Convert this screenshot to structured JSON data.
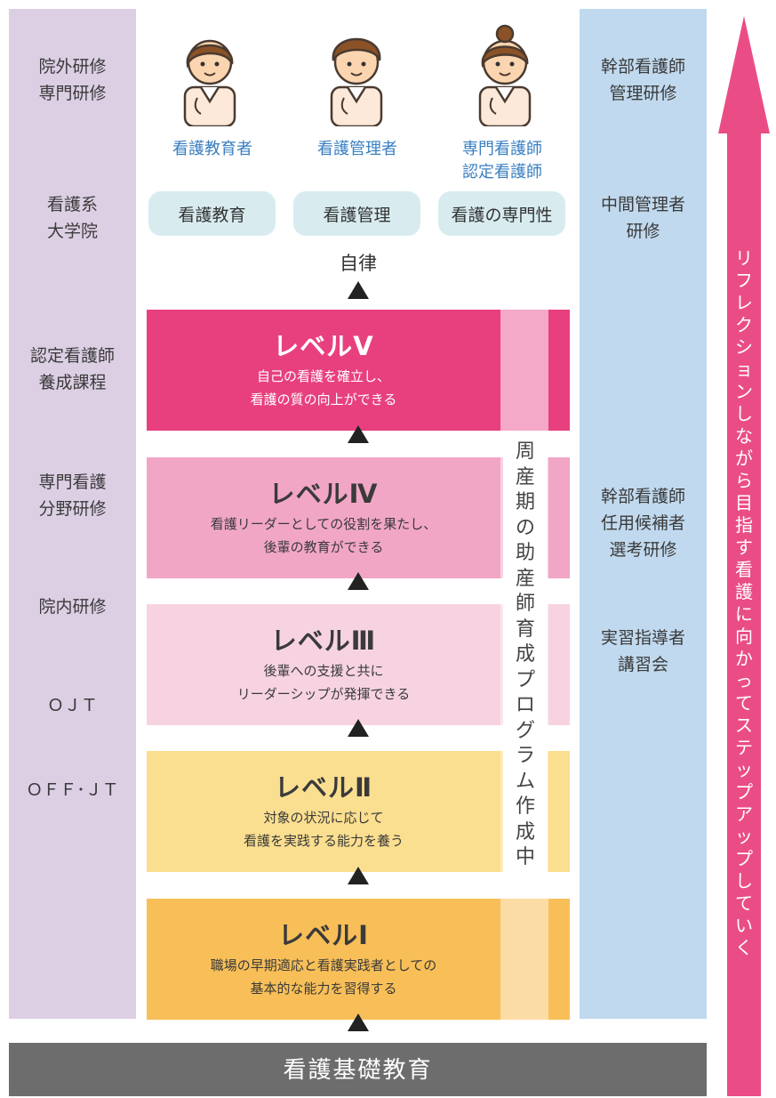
{
  "left_items": [
    {
      "text": "院外研修\n専門研修"
    },
    {
      "text": "看護系\n大学院"
    },
    {
      "text": "認定看護師\n養成課程"
    },
    {
      "text": "専門看護\n分野研修"
    },
    {
      "text": "院内研修"
    },
    {
      "text": "ＯＪＴ"
    },
    {
      "text": "ＯＦＦ･ＪＴ"
    }
  ],
  "right_items": [
    {
      "text": "幹部看護師\n管理研修"
    },
    {
      "text": "中間管理者\n研修"
    },
    {
      "text": "幹部看護師\n任用候補者\n選考研修"
    },
    {
      "text": "実習指導者\n講習会"
    }
  ],
  "roles": [
    {
      "label": "看護教育者",
      "pill": "看護教育",
      "icon": "nurse-educator-icon"
    },
    {
      "label": "看護管理者",
      "pill": "看護管理",
      "icon": "nurse-manager-icon"
    },
    {
      "label": "専門看護師\n認定看護師",
      "pill": "看護の専門性",
      "icon": "specialist-nurse-icon"
    }
  ],
  "autonomy_label": "自律",
  "levels": [
    {
      "title": "レベルⅤ",
      "desc": "自己の看護を確立し、\n看護の質の向上ができる",
      "color": "#e8407e",
      "text_color": "#ffffff"
    },
    {
      "title": "レベルⅣ",
      "desc": "看護リーダーとしての役割を果たし、\n後輩の教育ができる",
      "color": "#f2a6c6",
      "text_color": "#333333"
    },
    {
      "title": "レベルⅢ",
      "desc": "後輩への支援と共に\nリーダーシップが発揮できる",
      "color": "#f7d3e2",
      "text_color": "#333333"
    },
    {
      "title": "レベルⅡ",
      "desc": "対象の状況に応じて\n看護を実践する能力を養う",
      "color": "#fbdf90",
      "text_color": "#333333"
    },
    {
      "title": "レベルⅠ",
      "desc": "職場の早期適応と看護実践者としての\n基本的な能力を習得する",
      "color": "#f8bf58",
      "text_color": "#333333"
    }
  ],
  "vertical_program_text": "周産期の助産師育成プログラム作成中",
  "base_label": "看護基礎教育",
  "arrow_text": "リフレクションしながら目指す看護に向かってステップアップしていく",
  "colors": {
    "left_col": "#dccfe4",
    "right_col": "#c0d9ee",
    "arrow": "#ea4d86",
    "base_bar": "#6d6d6d"
  }
}
